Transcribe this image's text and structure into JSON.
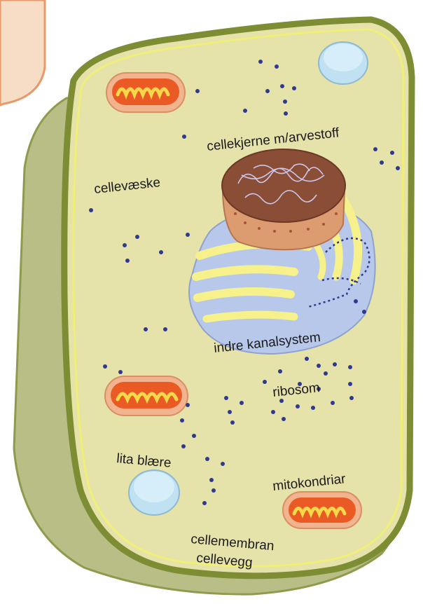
{
  "labels": {
    "nucleus": "cellekjerne m/arvestoff",
    "cytoplasm": "cellevæske",
    "er": "indre kanalsystem",
    "ribosome": "ribosom",
    "vesicle": "lita blære",
    "mitochondria": "mitokondriar",
    "membrane": "cellemembran",
    "wall": "cellevegg"
  },
  "colors": {
    "cell_wall_outer": "#b9be87",
    "cell_body": "#e5e2aa",
    "cell_border": "#7d8d33",
    "membrane": "#f0ef77",
    "nucleus": "#8a4d36",
    "er_blue": "#b8c8ea",
    "er_yellow": "#f6f18a",
    "mito_outer": "#f1b48f",
    "mito_inner": "#ea5a25",
    "vesicle": "#bfe1f2",
    "ribosome": "#2f3a8f",
    "neighbor_cell": "#f7ddc6"
  }
}
